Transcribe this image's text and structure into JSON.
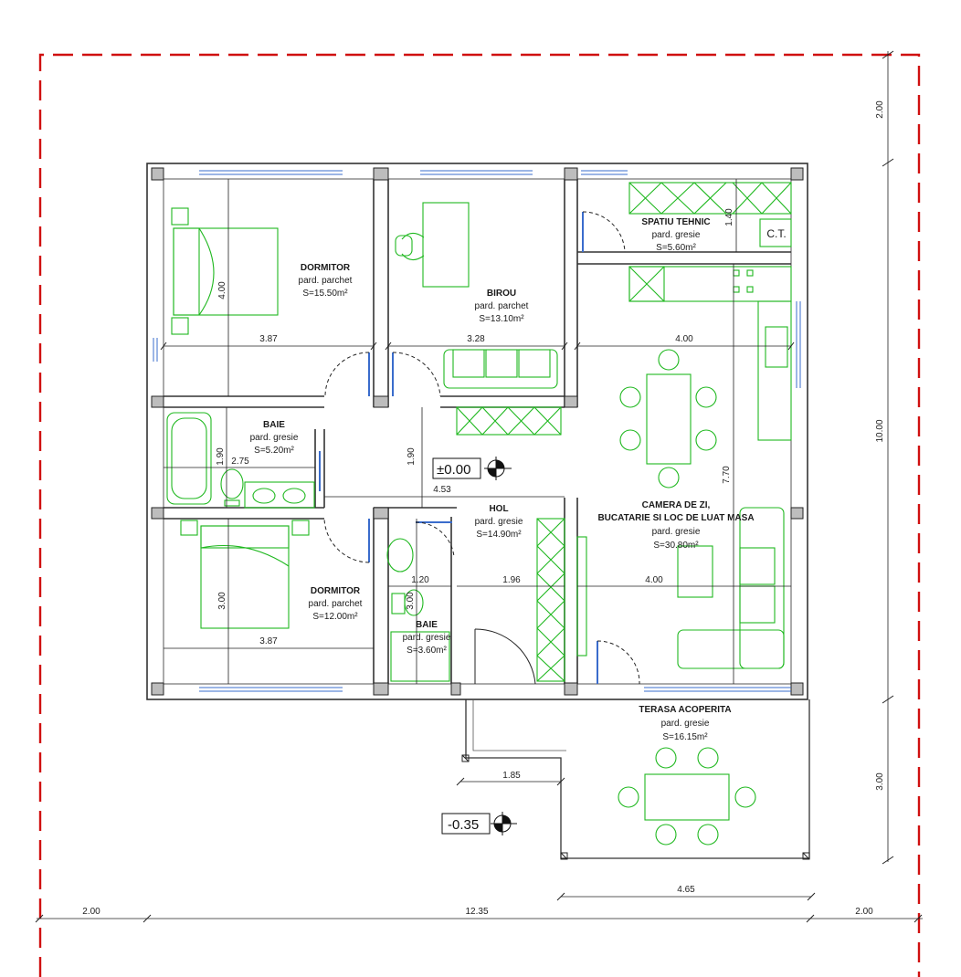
{
  "rooms": {
    "dormitor1": {
      "name": "DORMITOR",
      "floor": "pard. parchet",
      "area": "S=15.50m²"
    },
    "birou": {
      "name": "BIROU",
      "floor": "pard. parchet",
      "area": "S=13.10m²"
    },
    "spatiu_tehnic": {
      "name": "SPATIU TEHNIC",
      "floor": "pard. gresie",
      "area": "S=5.60m²"
    },
    "ct": {
      "label": "C.T."
    },
    "baie1": {
      "name": "BAIE",
      "floor": "pard. gresie",
      "area": "S=5.20m²"
    },
    "hol": {
      "name": "HOL",
      "floor": "pard. gresie",
      "area": "S=14.90m²"
    },
    "camera": {
      "name1": "CAMERA DE ZI,",
      "name2": "BUCATARIE SI LOC DE LUAT MASA",
      "floor": "pard. gresie",
      "area": "S=30.80m²"
    },
    "dormitor2": {
      "name": "DORMITOR",
      "floor": "pard. parchet",
      "area": "S=12.00m²"
    },
    "baie2": {
      "name": "BAIE",
      "floor": "pard. gresie",
      "area": "S=3.60m²"
    },
    "terasa": {
      "name": "TERASA ACOPERITA",
      "floor": "pard. gresie",
      "area": "S=16.15m²"
    }
  },
  "levels": {
    "interior": "±0.00",
    "exterior": "-0.35"
  },
  "dimensions": {
    "d_387_top": "3.87",
    "d_328": "3.28",
    "d_400_top": "4.00",
    "d_400_dorm": "4.00",
    "d_140": "1.40",
    "d_190_baie": "1.90",
    "d_275": "2.75",
    "d_190_hol": "1.90",
    "d_453": "4.53",
    "d_770": "7.70",
    "d_120": "1.20",
    "d_196": "1.96",
    "d_400_mid": "4.00",
    "d_300_dorm": "3.00",
    "d_300_baie": "3.00",
    "d_387_bottom": "3.87",
    "d_185": "1.85",
    "d_465": "4.65",
    "d_200_left": "2.00",
    "d_1235": "12.35",
    "d_200_right": "2.00",
    "d_200_top": "2.00",
    "d_1000": "10.00",
    "d_300_right": "3.00"
  }
}
